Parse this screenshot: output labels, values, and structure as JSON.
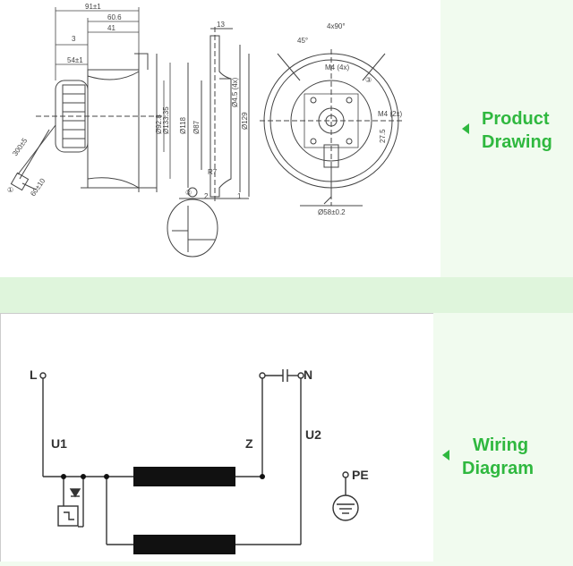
{
  "labels": {
    "product_line1": "Product",
    "product_line2": "Drawing",
    "wiring_line1": "Wiring",
    "wiring_line2": "Diagram"
  },
  "colors": {
    "accent_green": "#2fb83f",
    "background_green": "#f1fbef",
    "line": "#444444",
    "winding": "#111111"
  },
  "drawing": {
    "dim_91": "91±1",
    "dim_60_6": "60.6",
    "dim_41": "41",
    "dim_3": "3",
    "dim_54": "54±1",
    "dim_300": "300±5",
    "dim_60": "60±10",
    "dim_d92_8": "Ø92.8",
    "dim_d133_35": "Ø133.35",
    "dim_13": "13",
    "dim_d118": "Ø118",
    "dim_d87": "Ø87",
    "dim_d4_5": "Ø4.5 (4x)",
    "dim_d129": "Ø129",
    "dim_r7": "R7",
    "dim_2": "2",
    "dim_1": "1",
    "dim_4x90": "4x90°",
    "dim_45": "45°",
    "dim_m4_4x": "M4 (4x)",
    "dim_m4_2x": "M4 (2x)",
    "dim_27_5": "27.5",
    "dim_d58": "Ø58±0.2",
    "callout_1": "①",
    "callout_2": "②",
    "callout_3": "③"
  },
  "wiring": {
    "L": "L",
    "N": "N",
    "U1": "U1",
    "U2": "U2",
    "Z": "Z",
    "PE": "PE"
  }
}
